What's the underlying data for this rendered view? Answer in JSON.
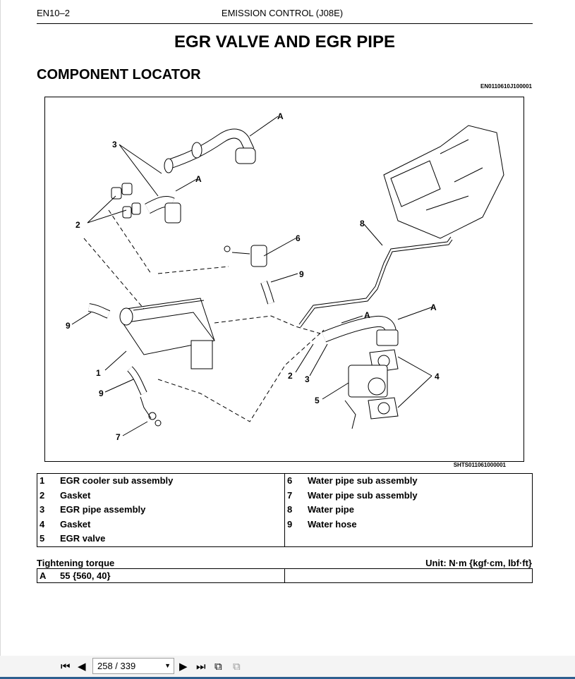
{
  "header": {
    "page_code": "EN10–2",
    "chapter": "EMISSION CONTROL (J08E)"
  },
  "title": "EGR VALVE AND EGR PIPE",
  "section": "COMPONENT LOCATOR",
  "figure": {
    "code_top": "EN0110610J100001",
    "code_bottom": "SHTS011061000001",
    "callouts": {
      "c1": "1",
      "c2": "2",
      "c3": "3",
      "c4": "4",
      "c5": "5",
      "c6": "6",
      "c7": "7",
      "c8": "8",
      "c9": "9",
      "cA": "A"
    }
  },
  "legend": {
    "left": [
      {
        "num": "1",
        "name": "EGR cooler sub assembly"
      },
      {
        "num": "2",
        "name": "Gasket"
      },
      {
        "num": "3",
        "name": "EGR pipe assembly"
      },
      {
        "num": "4",
        "name": "Gasket"
      },
      {
        "num": "5",
        "name": "EGR valve"
      }
    ],
    "right": [
      {
        "num": "6",
        "name": "Water pipe sub assembly"
      },
      {
        "num": "7",
        "name": "Water pipe sub assembly"
      },
      {
        "num": "8",
        "name": "Water pipe"
      },
      {
        "num": "9",
        "name": "Water hose"
      }
    ]
  },
  "torque": {
    "label": "Tightening torque",
    "unit": "Unit: N·m {kgf·cm, lbf·ft}",
    "row": {
      "code": "A",
      "value": "55 {560, 40}"
    }
  },
  "toolbar": {
    "page_field": "258 / 339"
  }
}
